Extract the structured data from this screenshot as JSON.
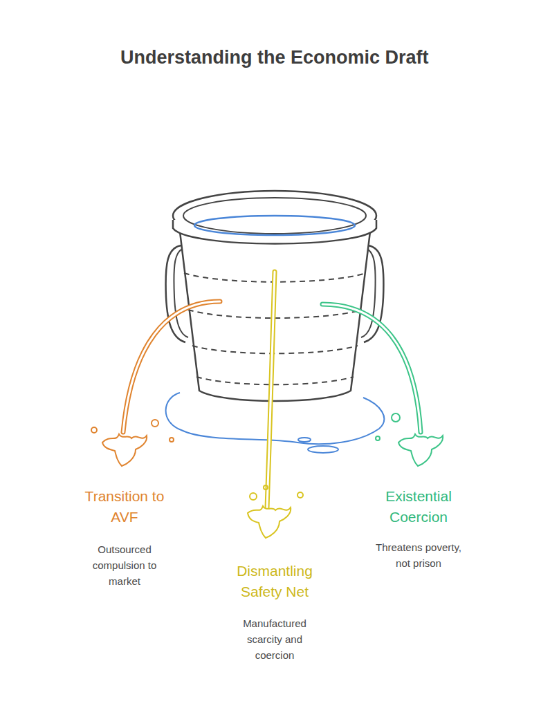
{
  "diagram": {
    "title": "Understanding the Economic Draft",
    "labels": [
      "Transition to AVF",
      "Outsourced compulsion to market",
      "Dismantling Safety Net",
      "Manufactured scarcity and coercion",
      "Existential Coercion",
      "Threatens poverty, not prison"
    ]
  }
}
